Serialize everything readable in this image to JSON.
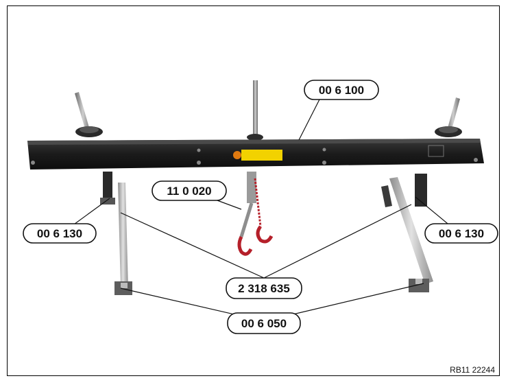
{
  "callouts": {
    "crossbeam": "00 6 100",
    "left_adapter": "00 6 130",
    "right_adapter": "00 6 130",
    "chain_hoist": "11 0 020",
    "support_legs": "2 318 635",
    "feet": "00 6 050"
  },
  "reference_number": "RB11 22244",
  "colors": {
    "beam": "#1e1e1e",
    "leg": "#b8b8b8",
    "hook": "#b5202a",
    "warning_label": "#f2d200"
  }
}
